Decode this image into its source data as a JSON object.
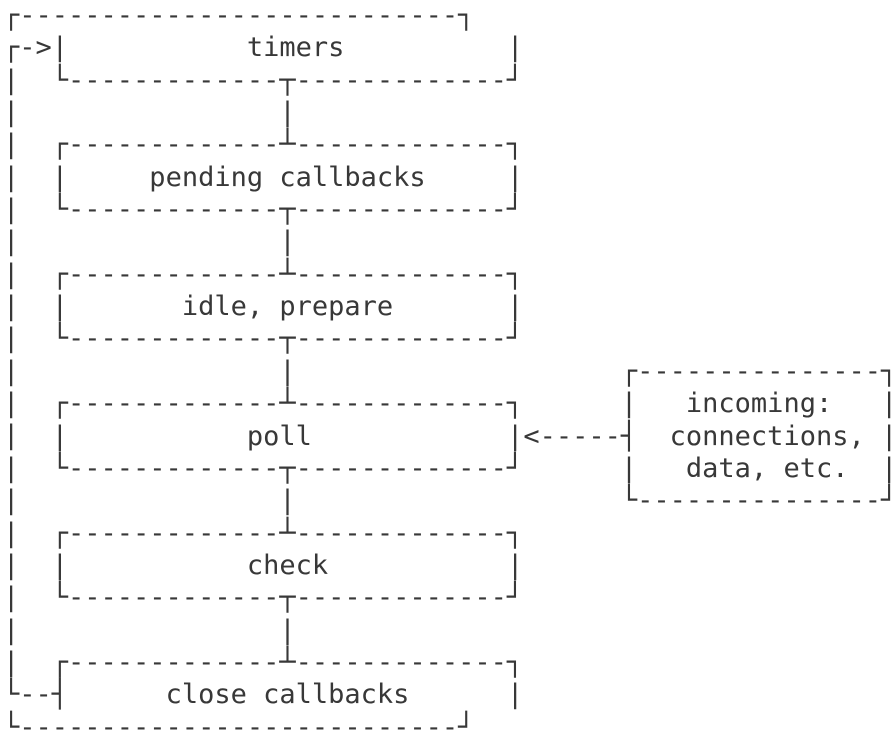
{
  "colors": {
    "ink": "#383838",
    "background": "#ffffff"
  },
  "art": {
    "loop_top": "┌---------------------------┐",
    "loop_bottom": "└---------------------------┘",
    "arrow_in": "┌->",
    "loop_vertical": "|\n|\n|\n|\n|\n|\n|\n|\n|\n|\n|\n|\n|\n|\n|\n|\n|\n|\n|",
    "loop_elbow": "└--",
    "main_top": "┌-------------┴-------------┐",
    "main_bottom": "└-------------┬-------------┘",
    "edge": "|",
    "tee_left": "┤",
    "space": " ",
    "connector": "|",
    "poll_arrow": "<-----┤",
    "in_top": "┌---------------┐",
    "in_bottom": "└---------------┘"
  },
  "phases": [
    {
      "id": "timers",
      "text": "           timers          "
    },
    {
      "id": "pending-callbacks",
      "text": "     pending callbacks     "
    },
    {
      "id": "idle-prepare",
      "text": "       idle, prepare       "
    },
    {
      "id": "poll",
      "text": "           poll            "
    },
    {
      "id": "check",
      "text": "           check           "
    },
    {
      "id": "close-callbacks",
      "text": "      close callbacks      "
    }
  ],
  "incoming": {
    "lines": [
      {
        "text": "   incoming:   "
      },
      {
        "text": "  connections, "
      },
      {
        "text": "   data, etc.  "
      }
    ]
  }
}
